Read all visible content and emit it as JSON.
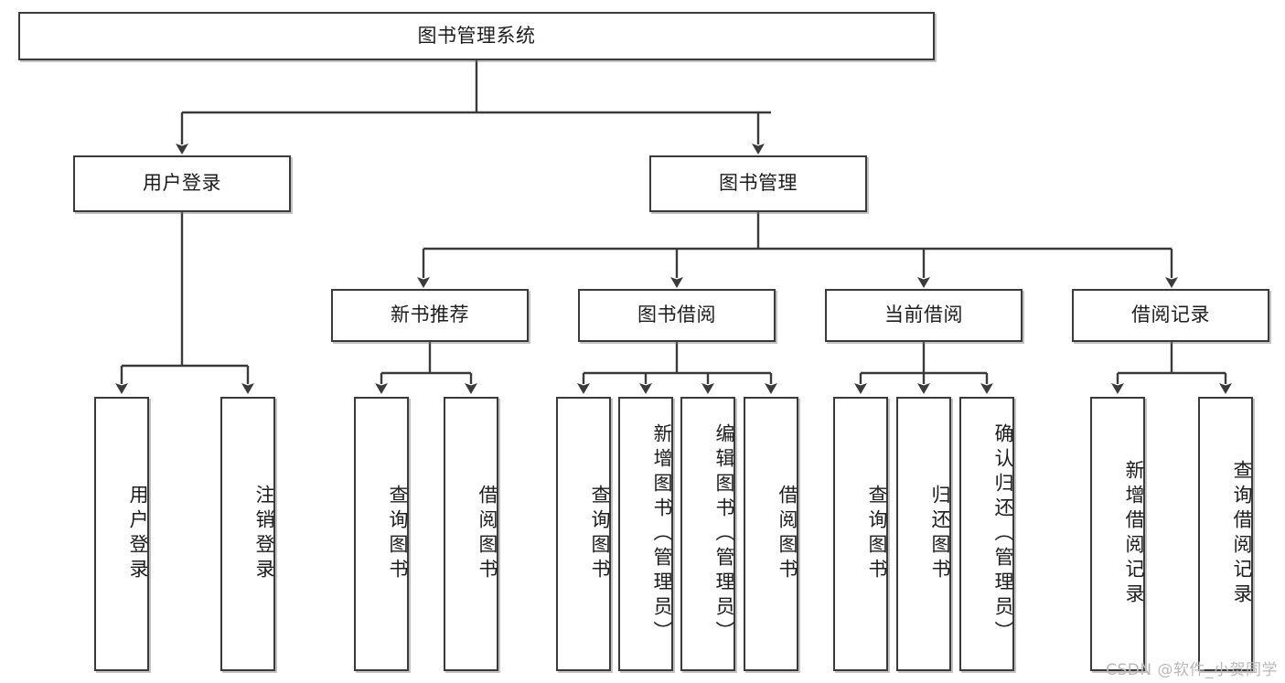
{
  "diagram": {
    "title": "图书管理系统",
    "watermark": "CSDN @软件_小贺同学",
    "accent_color": "#3a3a3a",
    "background_color": "#ffffff",
    "levels": {
      "root": {
        "label": "图书管理系统"
      },
      "level1": [
        {
          "label": "用户登录"
        },
        {
          "label": "图书管理"
        }
      ],
      "level2": [
        {
          "label": "新书推荐"
        },
        {
          "label": "图书借阅"
        },
        {
          "label": "当前借阅"
        },
        {
          "label": "借阅记录"
        }
      ],
      "leaves": {
        "user_login": [
          {
            "label": "用户登录"
          },
          {
            "label": "注销登录"
          }
        ],
        "new_book_recommend": [
          {
            "label": "查询图书"
          },
          {
            "label": "借阅图书"
          }
        ],
        "book_borrow": [
          {
            "label": "查询图书"
          },
          {
            "label": "新增图书（管理员）"
          },
          {
            "label": "编辑图书（管理员）"
          },
          {
            "label": "借阅图书"
          }
        ],
        "current_borrow": [
          {
            "label": "查询图书"
          },
          {
            "label": "归还图书"
          },
          {
            "label": "确认归还（管理员）"
          }
        ],
        "borrow_record": [
          {
            "label": "新增借阅记录"
          },
          {
            "label": "查询借阅记录"
          }
        ]
      }
    }
  }
}
